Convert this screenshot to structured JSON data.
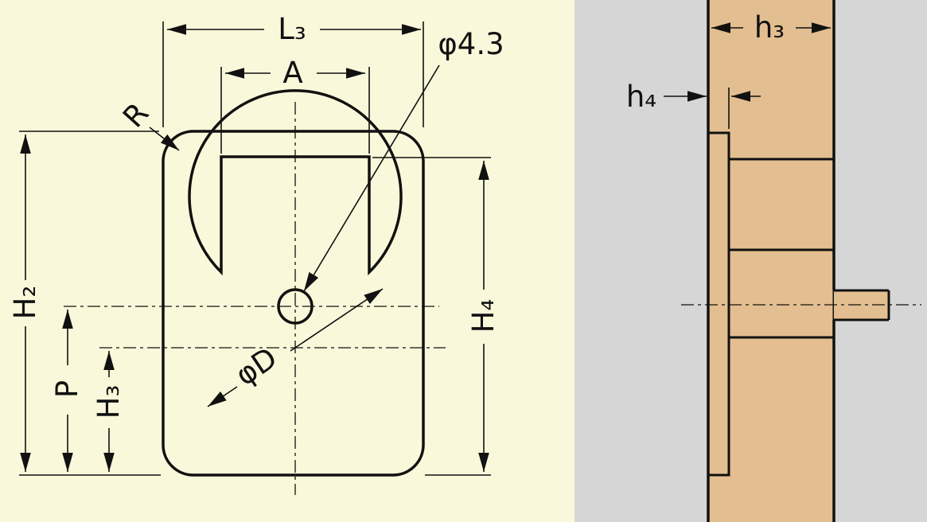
{
  "drawing": {
    "type": "technical-dimension-drawing",
    "views": [
      "front-view",
      "side-view-in-panel"
    ]
  },
  "colors": {
    "front_bg": "#FAF8DA",
    "side_bg": "#D6D6D6",
    "panel_wood": "#E3BE90",
    "part_fill": "#FFFFFF",
    "line": "#111111"
  },
  "front_view": {
    "dim_labels": {
      "L3": "L₃",
      "A": "A",
      "hole_dia": "φ4.3",
      "corner_radius": "R",
      "H2": "H₂",
      "P": "P",
      "H3": "H₃",
      "H4": "H₄",
      "circle_dia": "φD"
    }
  },
  "side_view": {
    "dim_labels": {
      "h3": "h₃",
      "h4": "h₄"
    }
  }
}
